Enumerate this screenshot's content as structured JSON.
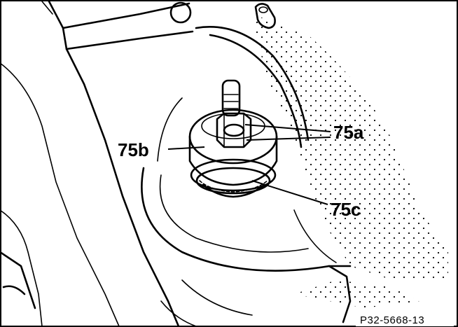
{
  "labels": {
    "a": "75a",
    "b": "75b",
    "c": "75c"
  },
  "figure_id": "P32-5668-13",
  "colors": {
    "ink": "#000000",
    "paper": "#ffffff"
  }
}
